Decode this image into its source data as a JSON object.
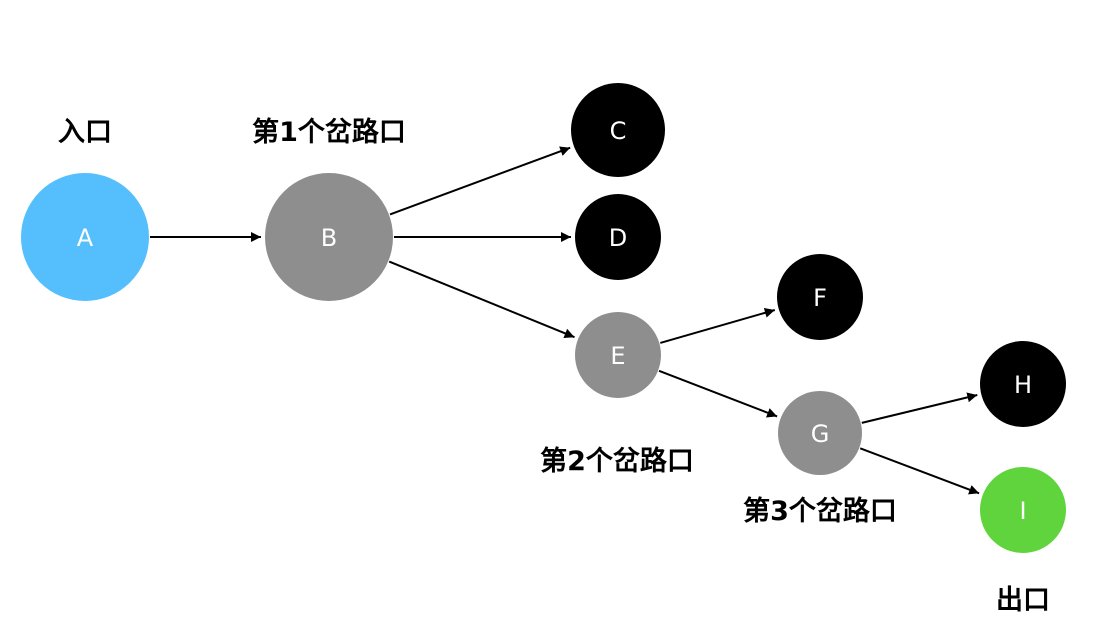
{
  "colors": {
    "entry": "#55BFFD",
    "junction": "#8E8E8E",
    "dead_end": "#000000",
    "exit": "#5FD43C",
    "edge": "#000000",
    "label_text": "#ffffff"
  },
  "nodes": [
    {
      "id": "A",
      "label": "A",
      "kind": "entry"
    },
    {
      "id": "B",
      "label": "B",
      "kind": "junction"
    },
    {
      "id": "C",
      "label": "C",
      "kind": "dead_end"
    },
    {
      "id": "D",
      "label": "D",
      "kind": "dead_end"
    },
    {
      "id": "E",
      "label": "E",
      "kind": "junction"
    },
    {
      "id": "F",
      "label": "F",
      "kind": "dead_end"
    },
    {
      "id": "G",
      "label": "G",
      "kind": "junction"
    },
    {
      "id": "H",
      "label": "H",
      "kind": "dead_end"
    },
    {
      "id": "I",
      "label": "I",
      "kind": "exit"
    }
  ],
  "edges": [
    {
      "from": "A",
      "to": "B"
    },
    {
      "from": "B",
      "to": "C"
    },
    {
      "from": "B",
      "to": "D"
    },
    {
      "from": "B",
      "to": "E"
    },
    {
      "from": "E",
      "to": "F"
    },
    {
      "from": "E",
      "to": "G"
    },
    {
      "from": "G",
      "to": "H"
    },
    {
      "from": "G",
      "to": "I"
    }
  ],
  "captions": {
    "entrance": "入口",
    "fork_1": "第1个岔路口",
    "fork_2": "第2个岔路口",
    "fork_3": "第3个岔路口",
    "exit": "出口"
  }
}
